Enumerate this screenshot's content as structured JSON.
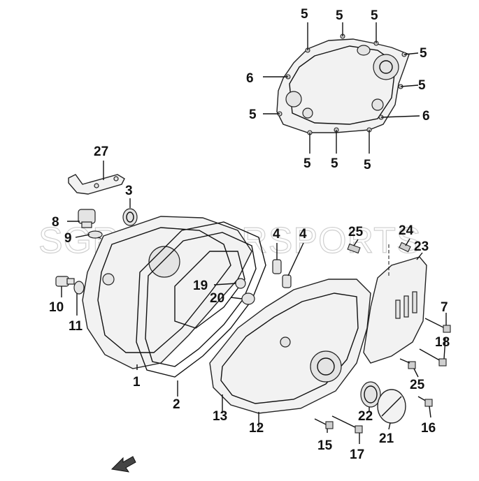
{
  "watermark": "SGR MOTORSPORTS",
  "callouts": {
    "c1": "1",
    "c2": "2",
    "c3": "3",
    "c4a": "4",
    "c4b": "4",
    "c5a": "5",
    "c5b": "5",
    "c5c": "5",
    "c5d": "5",
    "c5e": "5",
    "c5f": "5",
    "c5g": "5",
    "c5h": "5",
    "c5i": "5",
    "c6a": "6",
    "c6b": "6",
    "c7": "7",
    "c8": "8",
    "c9": "9",
    "c10": "10",
    "c11": "11",
    "c12": "12",
    "c13": "13",
    "c15": "15",
    "c16": "16",
    "c17": "17",
    "c18": "18",
    "c19": "19",
    "c20": "20",
    "c21": "21",
    "c22": "22",
    "c23": "23",
    "c24": "24",
    "c25a": "25",
    "c25b": "25",
    "c27": "27"
  },
  "icons": {
    "front_arrow": "front-direction-arrow-icon"
  }
}
